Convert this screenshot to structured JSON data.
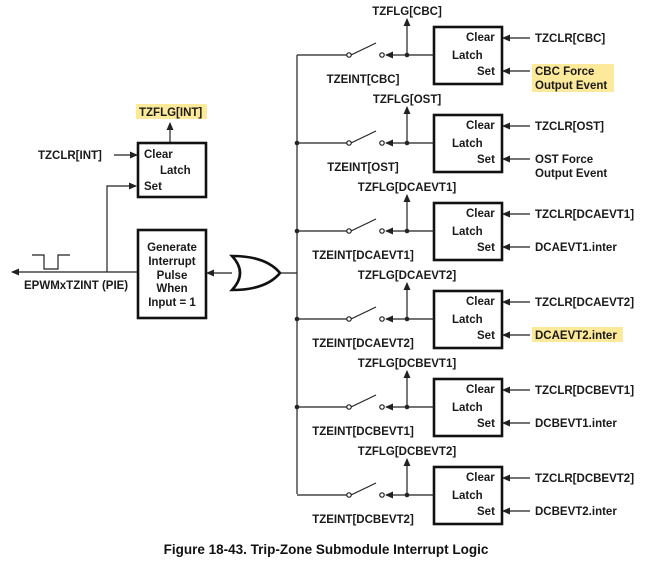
{
  "colors": {
    "highlight": "#fde99a",
    "line": "#222222"
  },
  "caption": "Figure 18-43. Trip-Zone Submodule Interrupt Logic",
  "int_latch": {
    "flag": "TZFLG[INT]",
    "clr": "TZCLR[INT]",
    "clear": "Clear",
    "latch": "Latch",
    "set": "Set"
  },
  "generator": {
    "line1": "Generate",
    "line2": "Interrupt",
    "line3": "Pulse",
    "line4": "When",
    "line5": "Input = 1"
  },
  "output_label": "EPWMxTZINT (PIE)",
  "latches": [
    {
      "flag": "TZFLG[CBC]",
      "enable": "TZEINT[CBC]",
      "clr": "TZCLR[CBC]",
      "clear": "Clear",
      "latch": "Latch",
      "set": "Set",
      "src1": "CBC Force",
      "src2": "Output Event"
    },
    {
      "flag": "TZFLG[OST]",
      "enable": "TZEINT[OST]",
      "clr": "TZCLR[OST]",
      "clear": "Clear",
      "latch": "Latch",
      "set": "Set",
      "src1": "OST Force",
      "src2": "Output Event"
    },
    {
      "flag": "TZFLG[DCAEVT1]",
      "enable": "TZEINT[DCAEVT1]",
      "clr": "TZCLR[DCAEVT1]",
      "clear": "Clear",
      "latch": "Latch",
      "set": "Set",
      "src1": "DCAEVT1.inter",
      "src2": ""
    },
    {
      "flag": "TZFLG[DCAEVT2]",
      "enable": "TZEINT[DCAEVT2]",
      "clr": "TZCLR[DCAEVT2]",
      "clear": "Clear",
      "latch": "Latch",
      "set": "Set",
      "src1": "DCAEVT2.inter",
      "src2": ""
    },
    {
      "flag": "TZFLG[DCBEVT1]",
      "enable": "TZEINT[DCBEVT1]",
      "clr": "TZCLR[DCBEVT1]",
      "clear": "Clear",
      "latch": "Latch",
      "set": "Set",
      "src1": "DCBEVT1.inter",
      "src2": ""
    },
    {
      "flag": "TZFLG[DCBEVT2]",
      "enable": "TZEINT[DCBEVT2]",
      "clr": "TZCLR[DCBEVT2]",
      "clear": "Clear",
      "latch": "Latch",
      "set": "Set",
      "src1": "DCBEVT2.inter",
      "src2": ""
    }
  ]
}
